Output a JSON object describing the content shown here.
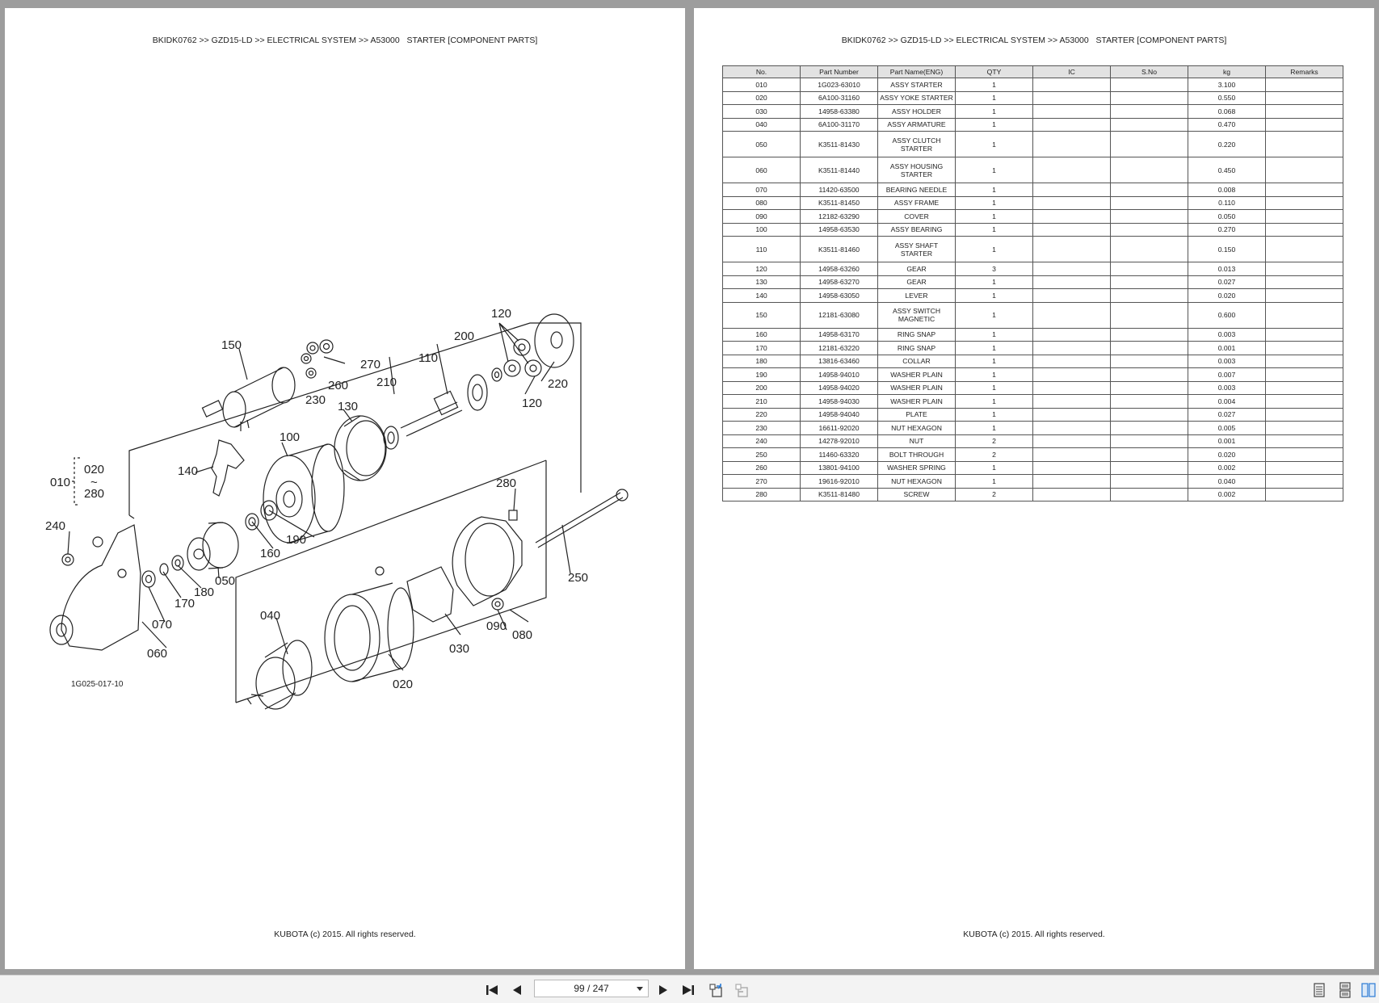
{
  "document": {
    "header": "BKIDK0762 >> GZD15-LD >> ELECTRICAL SYSTEM >> A53000   STARTER [COMPONENT PARTS]",
    "footer": "KUBOTA (c) 2015. All rights reserved."
  },
  "diagram": {
    "code": "1G025-017-10",
    "range_top": "020",
    "range_mid": "~",
    "range_bottom": "280",
    "labels": [
      "010",
      "020",
      "030",
      "040",
      "050",
      "060",
      "070",
      "080",
      "090",
      "100",
      "110",
      "120",
      "120",
      "130",
      "140",
      "150",
      "160",
      "170",
      "180",
      "190",
      "200",
      "210",
      "220",
      "230",
      "240",
      "250",
      "260",
      "270",
      "280",
      "280"
    ]
  },
  "table": {
    "headers": [
      "No.",
      "Part Number",
      "Part Name(ENG)",
      "QTY",
      "IC",
      "S.No",
      "kg",
      "Remarks"
    ],
    "rows": [
      {
        "no": "010",
        "part": "1G023-63010",
        "name": "ASSY STARTER",
        "qty": "1",
        "ic": "",
        "sno": "",
        "kg": "3.100",
        "remarks": ""
      },
      {
        "no": "020",
        "part": "6A100-31160",
        "name": "ASSY YOKE STARTER",
        "qty": "1",
        "ic": "",
        "sno": "",
        "kg": "0.550",
        "remarks": ""
      },
      {
        "no": "030",
        "part": "14958-63380",
        "name": "ASSY HOLDER",
        "qty": "1",
        "ic": "",
        "sno": "",
        "kg": "0.068",
        "remarks": ""
      },
      {
        "no": "040",
        "part": "6A100-31170",
        "name": "ASSY ARMATURE",
        "qty": "1",
        "ic": "",
        "sno": "",
        "kg": "0.470",
        "remarks": ""
      },
      {
        "no": "050",
        "part": "K3511-81430",
        "name": "ASSY CLUTCH STARTER",
        "qty": "1",
        "ic": "",
        "sno": "",
        "kg": "0.220",
        "remarks": ""
      },
      {
        "no": "060",
        "part": "K3511-81440",
        "name": "ASSY HOUSING STARTER",
        "qty": "1",
        "ic": "",
        "sno": "",
        "kg": "0.450",
        "remarks": ""
      },
      {
        "no": "070",
        "part": "11420-63500",
        "name": "BEARING NEEDLE",
        "qty": "1",
        "ic": "",
        "sno": "",
        "kg": "0.008",
        "remarks": ""
      },
      {
        "no": "080",
        "part": "K3511-81450",
        "name": "ASSY FRAME",
        "qty": "1",
        "ic": "",
        "sno": "",
        "kg": "0.110",
        "remarks": ""
      },
      {
        "no": "090",
        "part": "12182-63290",
        "name": "COVER",
        "qty": "1",
        "ic": "",
        "sno": "",
        "kg": "0.050",
        "remarks": ""
      },
      {
        "no": "100",
        "part": "14958-63530",
        "name": "ASSY BEARING",
        "qty": "1",
        "ic": "",
        "sno": "",
        "kg": "0.270",
        "remarks": ""
      },
      {
        "no": "110",
        "part": "K3511-81460",
        "name": "ASSY SHAFT STARTER",
        "qty": "1",
        "ic": "",
        "sno": "",
        "kg": "0.150",
        "remarks": ""
      },
      {
        "no": "120",
        "part": "14958-63260",
        "name": "GEAR",
        "qty": "3",
        "ic": "",
        "sno": "",
        "kg": "0.013",
        "remarks": ""
      },
      {
        "no": "130",
        "part": "14958-63270",
        "name": "GEAR",
        "qty": "1",
        "ic": "",
        "sno": "",
        "kg": "0.027",
        "remarks": ""
      },
      {
        "no": "140",
        "part": "14958-63050",
        "name": "LEVER",
        "qty": "1",
        "ic": "",
        "sno": "",
        "kg": "0.020",
        "remarks": ""
      },
      {
        "no": "150",
        "part": "12181-63080",
        "name": "ASSY SWITCH MAGNETIC",
        "qty": "1",
        "ic": "",
        "sno": "",
        "kg": "0.600",
        "remarks": ""
      },
      {
        "no": "160",
        "part": "14958-63170",
        "name": "RING SNAP",
        "qty": "1",
        "ic": "",
        "sno": "",
        "kg": "0.003",
        "remarks": ""
      },
      {
        "no": "170",
        "part": "12181-63220",
        "name": "RING SNAP",
        "qty": "1",
        "ic": "",
        "sno": "",
        "kg": "0.001",
        "remarks": ""
      },
      {
        "no": "180",
        "part": "13816-63460",
        "name": "COLLAR",
        "qty": "1",
        "ic": "",
        "sno": "",
        "kg": "0.003",
        "remarks": ""
      },
      {
        "no": "190",
        "part": "14958-94010",
        "name": "WASHER PLAIN",
        "qty": "1",
        "ic": "",
        "sno": "",
        "kg": "0.007",
        "remarks": ""
      },
      {
        "no": "200",
        "part": "14958-94020",
        "name": "WASHER PLAIN",
        "qty": "1",
        "ic": "",
        "sno": "",
        "kg": "0.003",
        "remarks": ""
      },
      {
        "no": "210",
        "part": "14958-94030",
        "name": "WASHER PLAIN",
        "qty": "1",
        "ic": "",
        "sno": "",
        "kg": "0.004",
        "remarks": ""
      },
      {
        "no": "220",
        "part": "14958-94040",
        "name": "PLATE",
        "qty": "1",
        "ic": "",
        "sno": "",
        "kg": "0.027",
        "remarks": ""
      },
      {
        "no": "230",
        "part": "16611-92020",
        "name": "NUT HEXAGON",
        "qty": "1",
        "ic": "",
        "sno": "",
        "kg": "0.005",
        "remarks": ""
      },
      {
        "no": "240",
        "part": "14278-92010",
        "name": "NUT",
        "qty": "2",
        "ic": "",
        "sno": "",
        "kg": "0.001",
        "remarks": ""
      },
      {
        "no": "250",
        "part": "11460-63320",
        "name": "BOLT THROUGH",
        "qty": "2",
        "ic": "",
        "sno": "",
        "kg": "0.020",
        "remarks": ""
      },
      {
        "no": "260",
        "part": "13801-94100",
        "name": "WASHER SPRING",
        "qty": "1",
        "ic": "",
        "sno": "",
        "kg": "0.002",
        "remarks": ""
      },
      {
        "no": "270",
        "part": "19616-92010",
        "name": "NUT HEXAGON",
        "qty": "1",
        "ic": "",
        "sno": "",
        "kg": "0.040",
        "remarks": ""
      },
      {
        "no": "280",
        "part": "K3511-81480",
        "name": "SCREW",
        "qty": "2",
        "ic": "",
        "sno": "",
        "kg": "0.002",
        "remarks": ""
      }
    ]
  },
  "toolbar": {
    "page_indicator": "99 / 247",
    "icons": [
      "first-page-icon",
      "previous-page-icon",
      "next-page-icon",
      "last-page-icon",
      "previous-view-icon",
      "next-view-icon",
      "single-page-view-icon",
      "continuous-view-icon",
      "two-page-view-icon"
    ]
  }
}
